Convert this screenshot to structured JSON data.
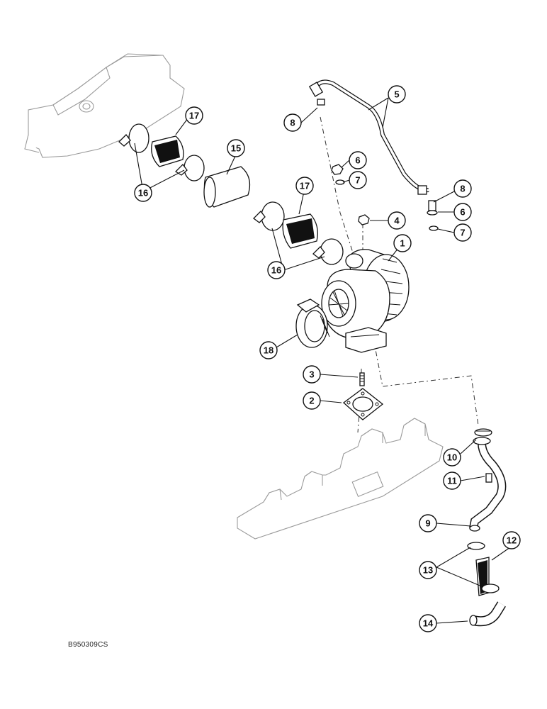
{
  "diagram": {
    "drawing_code": "B950309CS",
    "callouts": [
      {
        "id": "c1",
        "label": "1"
      },
      {
        "id": "c2",
        "label": "2"
      },
      {
        "id": "c3",
        "label": "3"
      },
      {
        "id": "c4",
        "label": "4"
      },
      {
        "id": "c5",
        "label": "5"
      },
      {
        "id": "c6a",
        "label": "6"
      },
      {
        "id": "c6b",
        "label": "6"
      },
      {
        "id": "c7a",
        "label": "7"
      },
      {
        "id": "c7b",
        "label": "7"
      },
      {
        "id": "c8a",
        "label": "8"
      },
      {
        "id": "c8b",
        "label": "8"
      },
      {
        "id": "c9",
        "label": "9"
      },
      {
        "id": "c10",
        "label": "10"
      },
      {
        "id": "c11",
        "label": "11"
      },
      {
        "id": "c12",
        "label": "12"
      },
      {
        "id": "c13",
        "label": "13"
      },
      {
        "id": "c14",
        "label": "14"
      },
      {
        "id": "c15",
        "label": "15"
      },
      {
        "id": "c16a",
        "label": "16"
      },
      {
        "id": "c16b",
        "label": "16"
      },
      {
        "id": "c17a",
        "label": "17"
      },
      {
        "id": "c17b",
        "label": "17"
      },
      {
        "id": "c18",
        "label": "18"
      }
    ]
  }
}
